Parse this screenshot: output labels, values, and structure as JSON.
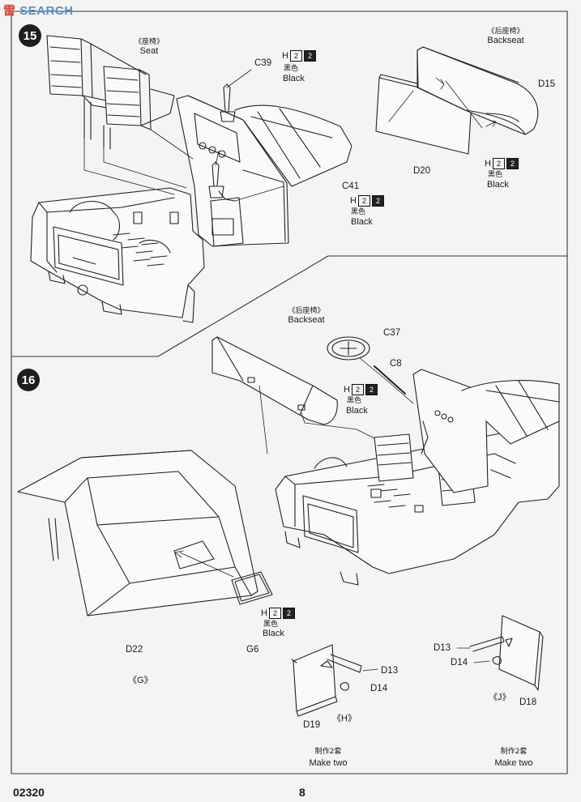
{
  "watermark": {
    "icon_text": "雷",
    "text": "SEARCH"
  },
  "steps": [
    {
      "number": "15",
      "labels": {
        "seat_zh": "《座椅》",
        "seat_en": "Seat",
        "c39": "C39",
        "c41": "C41",
        "backseat_zh": "《后座椅》",
        "backseat_en": "Backseat",
        "d15": "D15",
        "d20": "D20"
      },
      "paint_callouts": [
        {
          "letter": "H",
          "num1": "2",
          "num2": "2",
          "zh": "黑色",
          "en": "Black"
        },
        {
          "letter": "H",
          "num1": "2",
          "num2": "2",
          "zh": "黑色",
          "en": "Black"
        },
        {
          "letter": "H",
          "num1": "2",
          "num2": "2",
          "zh": "黑色",
          "en": "Black"
        }
      ]
    },
    {
      "number": "16",
      "labels": {
        "backseat_zh": "《后座椅》",
        "backseat_en": "Backseat",
        "c37": "C37",
        "c8": "C8",
        "d22": "D22",
        "g6": "G6",
        "g_marker": "《G》",
        "d13_h": "D13",
        "d14_h": "D14",
        "d19": "D19",
        "h_marker": "《H》",
        "make_two_zh_h": "制作2套",
        "make_two_en_h": "Make two",
        "d13_j": "D13",
        "d14_j": "D14",
        "d18": "D18",
        "j_marker": "《J》",
        "make_two_zh_j": "制作2套",
        "make_two_en_j": "Make two"
      },
      "paint_callouts": [
        {
          "letter": "H",
          "num1": "2",
          "num2": "2",
          "zh": "黑色",
          "en": "Black"
        },
        {
          "letter": "H",
          "num1": "2",
          "num2": "2",
          "zh": "黑色",
          "en": "Black"
        }
      ]
    }
  ],
  "footer": {
    "code": "02320",
    "page": "8"
  }
}
